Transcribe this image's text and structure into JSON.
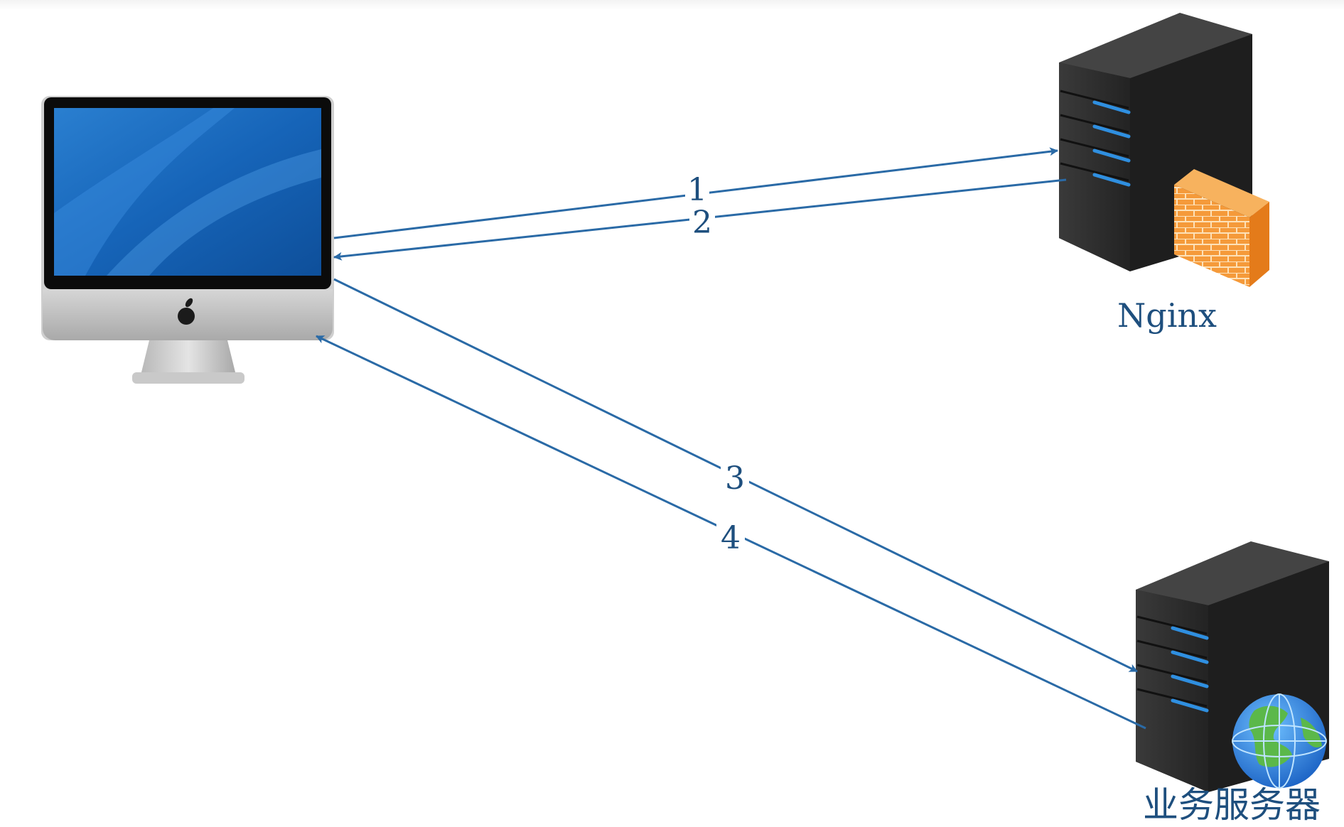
{
  "nodes": {
    "client": {
      "label": ""
    },
    "nginx": {
      "label": "Nginx"
    },
    "business": {
      "label": "业务服务器"
    }
  },
  "edges": [
    {
      "id": "1",
      "label": "1",
      "from": "client",
      "to": "nginx"
    },
    {
      "id": "2",
      "label": "2",
      "from": "nginx",
      "to": "client"
    },
    {
      "id": "3",
      "label": "3",
      "from": "client",
      "to": "business"
    },
    {
      "id": "4",
      "label": "4",
      "from": "business",
      "to": "client"
    }
  ],
  "colors": {
    "arrow": "#2a6aa6",
    "label": "#1e4f7e",
    "server_body": "#2b2b2b",
    "server_light": "#2f8fe0",
    "firewall": "#f08a24",
    "screen": "#1a6dc0"
  },
  "icons": {
    "client": "desktop-computer-icon",
    "nginx": "server-icon",
    "firewall": "firewall-icon",
    "business": "server-icon",
    "globe": "globe-icon"
  }
}
